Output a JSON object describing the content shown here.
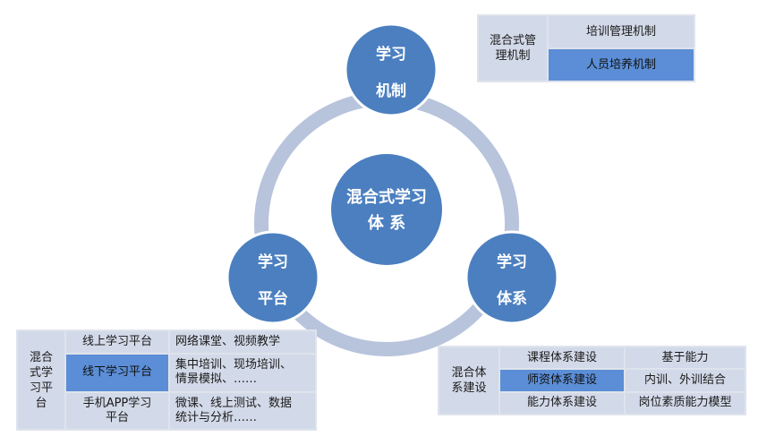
{
  "diagram": {
    "center": {
      "line1": "混合式学习",
      "line2": "体 系"
    },
    "nodes": {
      "top": {
        "line1": "学习",
        "line2": "机制"
      },
      "left": {
        "line1": "学习",
        "line2": "平台"
      },
      "right": {
        "line1": "学习",
        "line2": "体系"
      }
    }
  },
  "mechanism_table": {
    "side_label": [
      "混合式管",
      "理机制"
    ],
    "rows": [
      "培训管理机制",
      "人员培养机制"
    ],
    "highlighted_row": 1
  },
  "platform_table": {
    "side_label": [
      "混合",
      "式学",
      "习平",
      "台"
    ],
    "rows": [
      {
        "name": [
          "线上学习平台"
        ],
        "detail": [
          "网络课堂、视频教学"
        ]
      },
      {
        "name": [
          "线下学习平台"
        ],
        "detail": [
          "集中培训、现场培训、",
          "情景模拟、……"
        ]
      },
      {
        "name": [
          "手机APP学习",
          "平台"
        ],
        "detail": [
          "微课、线上测试、数据",
          "统计与分析……"
        ]
      }
    ],
    "highlighted_row": 1
  },
  "system_table": {
    "side_label": [
      "混合体",
      "系建设"
    ],
    "rows": [
      {
        "name": "课程体系建设",
        "detail": "基于能力"
      },
      {
        "name": "师资体系建设",
        "detail": "内训、外训结合"
      },
      {
        "name": "能力体系建设",
        "detail": "岗位素质能力模型"
      }
    ],
    "highlighted_row": 1
  },
  "colors": {
    "node_fill": "#4b7fc0",
    "ring": "#b8c4dc",
    "cell": "#d2d9e8",
    "cell_highlight": "#5b8ed6"
  }
}
